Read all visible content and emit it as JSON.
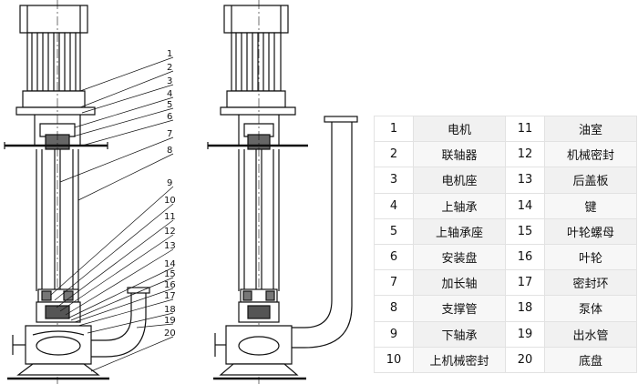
{
  "drawing": {
    "callouts": [
      "1",
      "2",
      "3",
      "4",
      "5",
      "6",
      "7",
      "8",
      "9",
      "10",
      "11",
      "12",
      "13",
      "14",
      "15",
      "16",
      "17",
      "18",
      "19",
      "20"
    ]
  },
  "parts_table": {
    "rows": [
      {
        "left_no": "1",
        "left_name": "电机",
        "right_no": "11",
        "right_name": "油室"
      },
      {
        "left_no": "2",
        "left_name": "联轴器",
        "right_no": "12",
        "right_name": "机械密封"
      },
      {
        "left_no": "3",
        "left_name": "电机座",
        "right_no": "13",
        "right_name": "后盖板"
      },
      {
        "left_no": "4",
        "left_name": "上轴承",
        "right_no": "14",
        "right_name": "键"
      },
      {
        "left_no": "5",
        "left_name": "上轴承座",
        "right_no": "15",
        "right_name": "叶轮螺母"
      },
      {
        "left_no": "6",
        "left_name": "安装盘",
        "right_no": "16",
        "right_name": "叶轮"
      },
      {
        "left_no": "7",
        "left_name": "加长轴",
        "right_no": "17",
        "right_name": "密封环"
      },
      {
        "left_no": "8",
        "left_name": "支撑管",
        "right_no": "18",
        "right_name": "泵体"
      },
      {
        "left_no": "9",
        "left_name": "下轴承",
        "right_no": "19",
        "right_name": "出水管"
      },
      {
        "left_no": "10",
        "left_name": "上机械密封",
        "right_no": "20",
        "right_name": "底盘"
      }
    ]
  }
}
